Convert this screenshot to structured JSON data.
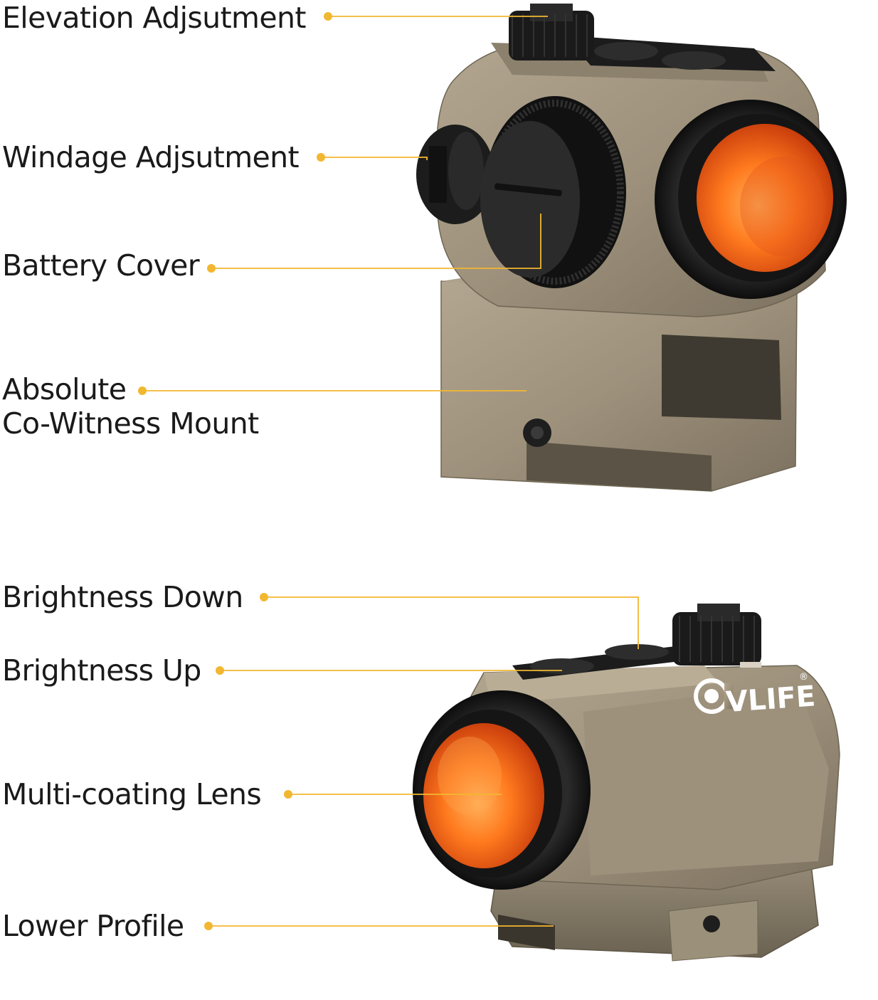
{
  "accent_color": "#f2b731",
  "top_product": {
    "callouts": [
      {
        "id": "elevation",
        "label": "Elevation Adjsutment"
      },
      {
        "id": "windage",
        "label": "Windage Adjsutment"
      },
      {
        "id": "battery",
        "label": "Battery Cover"
      },
      {
        "id": "mount",
        "label_line1": "Absolute",
        "label_line2": "Co-Witness Mount"
      }
    ]
  },
  "bottom_product": {
    "callouts": [
      {
        "id": "brightness-down",
        "label": "Brightness Down"
      },
      {
        "id": "brightness-up",
        "label": "Brightness Up"
      },
      {
        "id": "lens",
        "label": "Multi-coating Lens"
      },
      {
        "id": "profile",
        "label": "Lower Profile"
      }
    ],
    "brand_logo_text": "VLIFE",
    "brand_trademark": "®"
  }
}
